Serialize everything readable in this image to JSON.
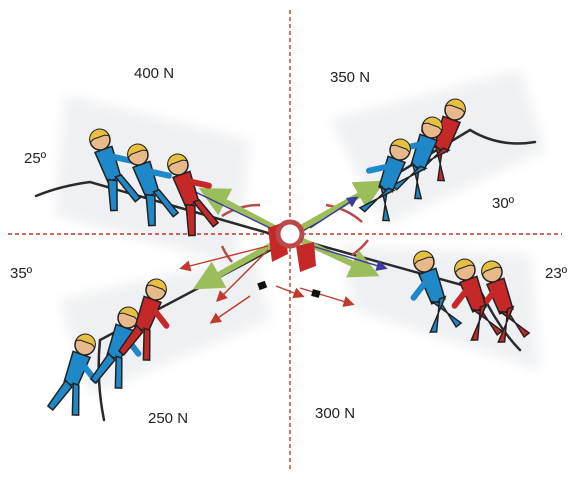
{
  "forces": {
    "top_left": "400 N",
    "top_right": "350 N",
    "bottom_left": "250 N",
    "bottom_right": "300 N"
  },
  "angles": {
    "top_left": "25º",
    "top_right": "30º",
    "bottom_left": "35º",
    "bottom_right": "23º"
  },
  "colors": {
    "axis": "#c0392b",
    "resultant_arrow": "#9bbd5a",
    "ring": "#b94a4a",
    "blue_shirt": "#1e88c8",
    "red_shirt": "#c62828",
    "skin": "#e8b98a",
    "hair": "#e8c040"
  }
}
